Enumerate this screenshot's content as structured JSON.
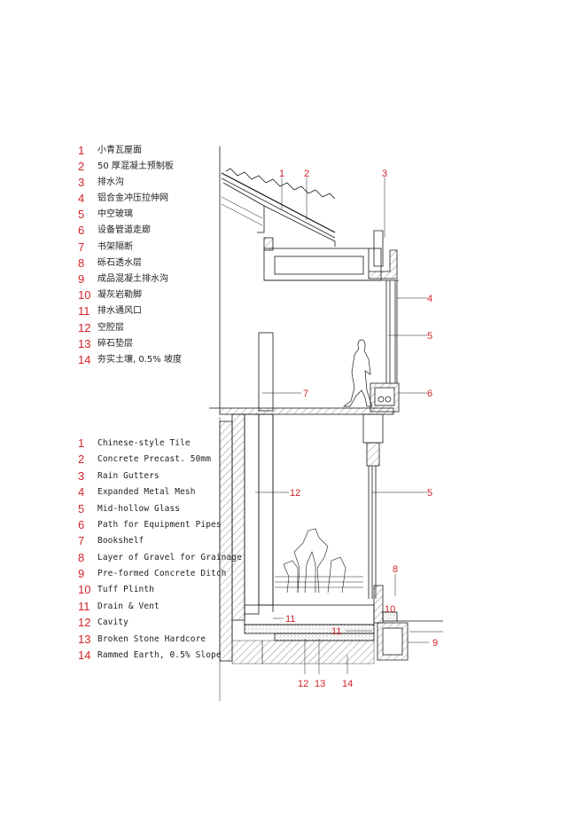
{
  "legend_zh": [
    {
      "num": "1",
      "text": "小青瓦屋面"
    },
    {
      "num": "2",
      "text": "50 厚混凝土预制板"
    },
    {
      "num": "3",
      "text": "排水沟"
    },
    {
      "num": "4",
      "text": "铝合金冲压拉伸网"
    },
    {
      "num": "5",
      "text": "中空玻璃"
    },
    {
      "num": "6",
      "text": "设备管道走廊"
    },
    {
      "num": "7",
      "text": "书架隔断"
    },
    {
      "num": "8",
      "text": "砾石透水层"
    },
    {
      "num": "9",
      "text": "成品混凝土排水沟"
    },
    {
      "num": "10",
      "text": "凝灰岩勒脚"
    },
    {
      "num": "11",
      "text": "排水通风口"
    },
    {
      "num": "12",
      "text": "空腔层"
    },
    {
      "num": "13",
      "text": "碎石垫层"
    },
    {
      "num": "14",
      "text": "夯实土壤, 0.5% 坡度"
    }
  ],
  "legend_en": [
    {
      "num": "1",
      "text": "Chinese-style Tile"
    },
    {
      "num": "2",
      "text": "Concrete Precast. 50mm"
    },
    {
      "num": "3",
      "text": "Rain Gutters"
    },
    {
      "num": "4",
      "text": "Expanded Metal Mesh"
    },
    {
      "num": "5",
      "text": "Mid-hollow Glass"
    },
    {
      "num": "6",
      "text": "Path for Equipment Pipes"
    },
    {
      "num": "7",
      "text": "Bookshelf"
    },
    {
      "num": "8",
      "text": "Layer of Gravel for Grainage"
    },
    {
      "num": "9",
      "text": "Pre-formed Concrete Ditch"
    },
    {
      "num": "10",
      "text": "Tuff Plinth"
    },
    {
      "num": "11",
      "text": "Drain & Vent"
    },
    {
      "num": "12",
      "text": "Cavity"
    },
    {
      "num": "13",
      "text": "Broken Stone Hardcore"
    },
    {
      "num": "14",
      "text": "Rammed Earth, 0.5% Slope"
    }
  ],
  "callouts": {
    "c1": "1",
    "c2": "2",
    "c3": "3",
    "c4": "4",
    "c5a": "5",
    "c6": "6",
    "c7": "7",
    "c12a": "12",
    "c5b": "5",
    "c8": "8",
    "c10": "10",
    "c11a": "11",
    "c11b": "11",
    "c9": "9",
    "c12b": "12",
    "c13": "13",
    "c14": "14"
  },
  "colors": {
    "accent": "#d2232a",
    "line": "#1a1a1a"
  }
}
